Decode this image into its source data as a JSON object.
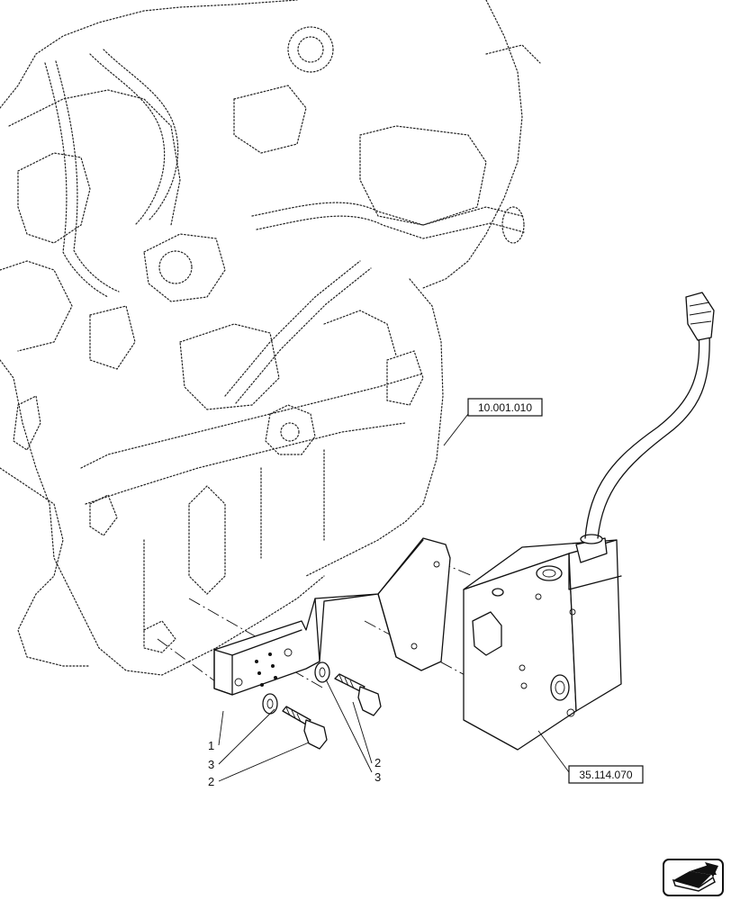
{
  "references": {
    "engine": "10.001.010",
    "valve": "35.114.070"
  },
  "part_numbers": {
    "bracket": "1",
    "bolt_left": "2",
    "bolt_right": "2",
    "washer_left": "3",
    "washer_right": "3"
  },
  "icons": {
    "nav": "next-page-arrow-icon"
  }
}
